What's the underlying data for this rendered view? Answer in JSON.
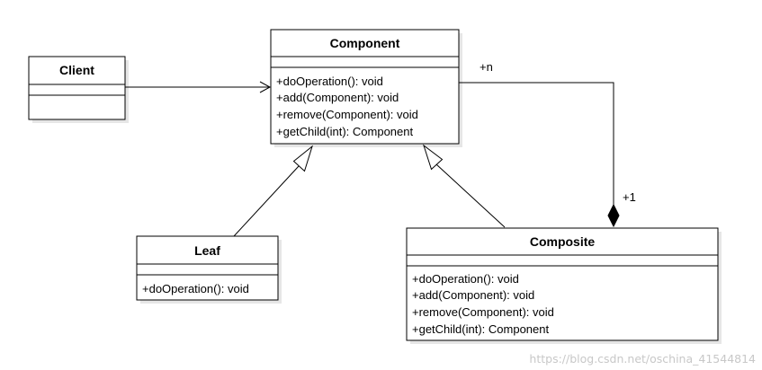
{
  "classes": {
    "client": {
      "name": "Client",
      "members": []
    },
    "component": {
      "name": "Component",
      "members": [
        "+doOperation(): void",
        "+add(Component): void",
        "+remove(Component): void",
        "+getChild(int): Component"
      ]
    },
    "leaf": {
      "name": "Leaf",
      "members": [
        "+doOperation(): void"
      ]
    },
    "composite": {
      "name": "Composite",
      "members": [
        "+doOperation(): void",
        "+add(Component): void",
        "+remove(Component): void",
        "+getChild(int): Component"
      ]
    }
  },
  "associations": {
    "composition": {
      "source_multiplicity": "+n",
      "target_multiplicity": "+1"
    }
  },
  "watermark": "https://blog.csdn.net/oschina_41544814"
}
